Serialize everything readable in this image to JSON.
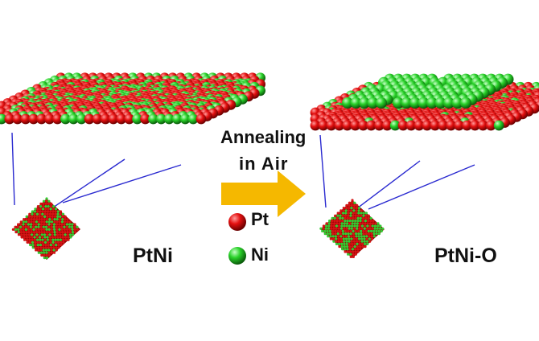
{
  "annealing_label_line1": "Annealing",
  "annealing_label_line2": "in  Air",
  "left_caption": "PtNi",
  "right_caption": "PtNi-O",
  "legend": [
    {
      "label": "Pt",
      "color": "#e01010"
    },
    {
      "label": "Ni",
      "color": "#22cc22"
    }
  ],
  "arrow_color": "#f5b800",
  "connector_color": "#2a2ad0"
}
